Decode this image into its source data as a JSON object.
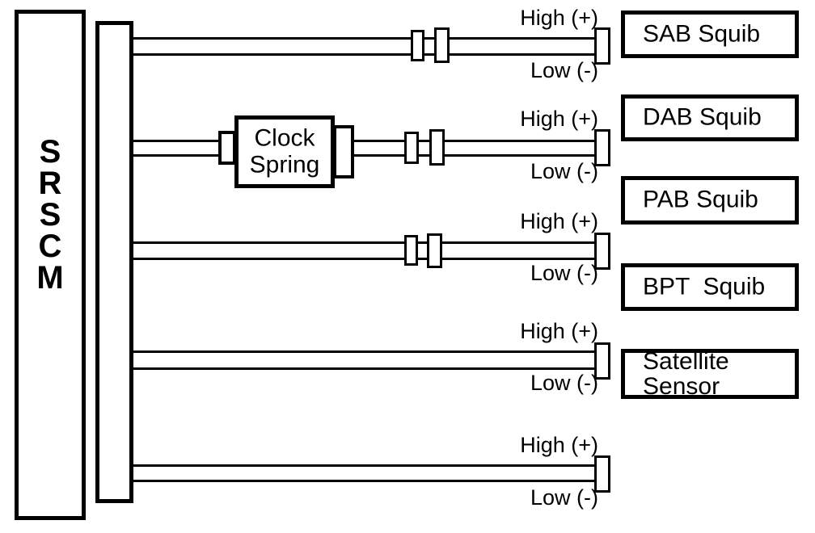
{
  "diagram": {
    "title": "SRSCM Squib Circuit Wiring Diagram",
    "module": {
      "name": "SRSCM",
      "label_stacked": "S\nR\nS\nC\nM"
    },
    "connector_strip": {
      "name": "module-connector"
    },
    "clock_spring": {
      "label": "Clock\nSpring"
    },
    "signal_labels": {
      "high": "High (+)",
      "low": "Low (-)"
    },
    "circuits": [
      {
        "id": "sab",
        "destination": "SAB Squib",
        "high_label": "High (+)",
        "low_label": "Low (-)",
        "inline_connectors": 2,
        "has_clock_spring": false
      },
      {
        "id": "dab",
        "destination": "DAB Squib",
        "high_label": "High (+)",
        "low_label": "Low (-)",
        "inline_connectors": 2,
        "has_clock_spring": true
      },
      {
        "id": "pab",
        "destination": "PAB Squib",
        "high_label": "High (+)",
        "low_label": "Low (-)",
        "inline_connectors": 2,
        "has_clock_spring": false
      },
      {
        "id": "bpt",
        "destination": "BPT  Squib",
        "high_label": "High (+)",
        "low_label": "Low (-)",
        "inline_connectors": 0,
        "has_clock_spring": false
      },
      {
        "id": "satellite",
        "destination": "Satellite\nSensor",
        "high_label": "High (+)",
        "low_label": "Low (-)",
        "inline_connectors": 0,
        "has_clock_spring": false
      }
    ],
    "colors": {
      "line": "#000000",
      "background": "#ffffff"
    }
  }
}
